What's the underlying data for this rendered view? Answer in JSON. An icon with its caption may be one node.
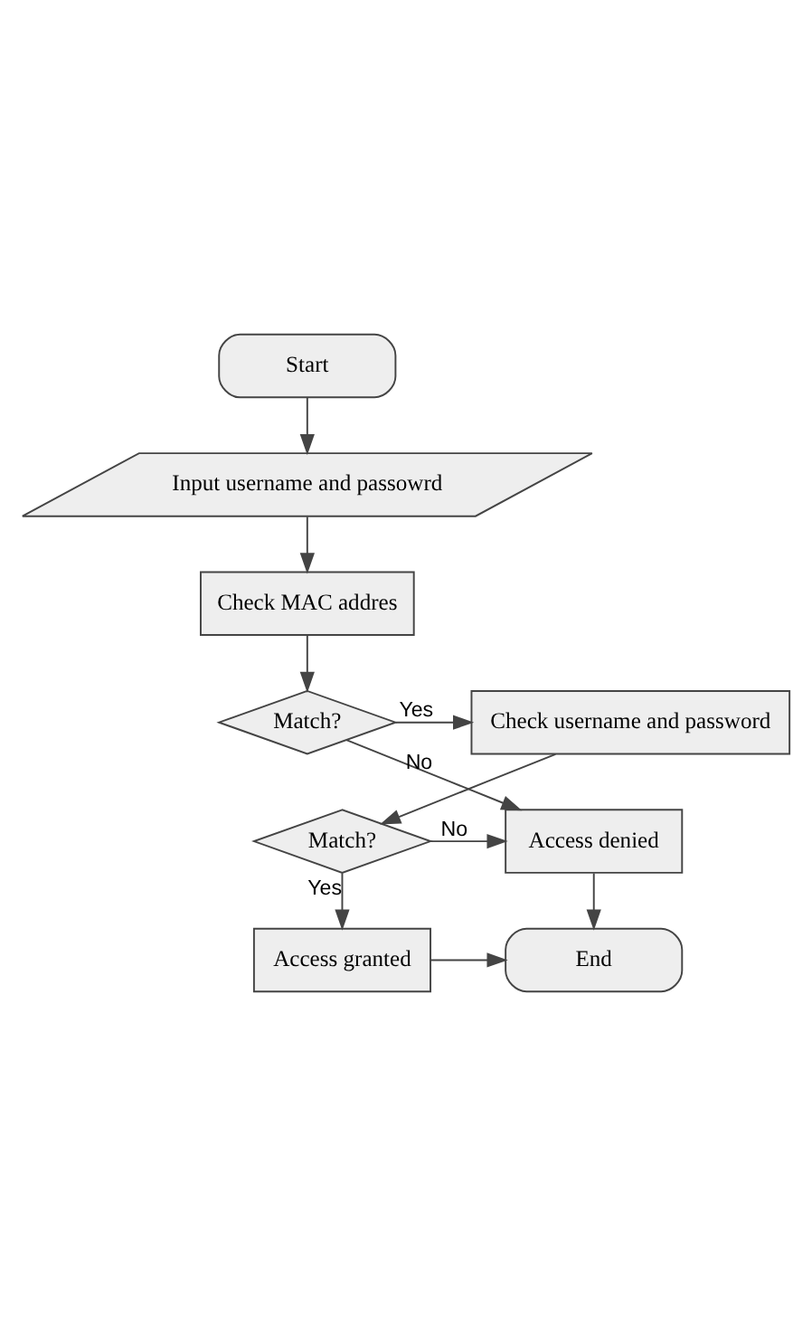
{
  "diagram": {
    "nodes": [
      {
        "text": [
          "Start"
        ]
      },
      {
        "text": [
          "Input username and passowrd"
        ]
      },
      {
        "text": [
          "Check MAC addres"
        ]
      },
      {
        "text": [
          "Match?"
        ]
      },
      {
        "text": [
          "Check username and password"
        ]
      },
      {
        "text": [
          "Match?"
        ]
      },
      {
        "text": [
          "Access denied"
        ]
      },
      {
        "text": [
          "Access granted"
        ]
      },
      {
        "text": [
          "End"
        ]
      }
    ],
    "edges": [
      {
        "from": 0,
        "to": 1,
        "arrow": "to"
      },
      {
        "from": 1,
        "to": 2,
        "arrow": "to"
      },
      {
        "from": 2,
        "to": 3,
        "arrow": "to"
      },
      {
        "from": 3,
        "to": 4,
        "arrow": "to",
        "label": "Yes"
      },
      {
        "from": 3,
        "to": 6,
        "arrow": "to",
        "label": "No"
      },
      {
        "from": 4,
        "to": 5,
        "arrow": "to"
      },
      {
        "from": 5,
        "to": 6,
        "arrow": "to",
        "label": "No"
      },
      {
        "from": 5,
        "to": 7,
        "arrow": "to",
        "label": "Yes"
      },
      {
        "from": 6,
        "to": 8,
        "arrow": "to"
      },
      {
        "from": 7,
        "to": 8,
        "arrow": "to"
      }
    ]
  }
}
